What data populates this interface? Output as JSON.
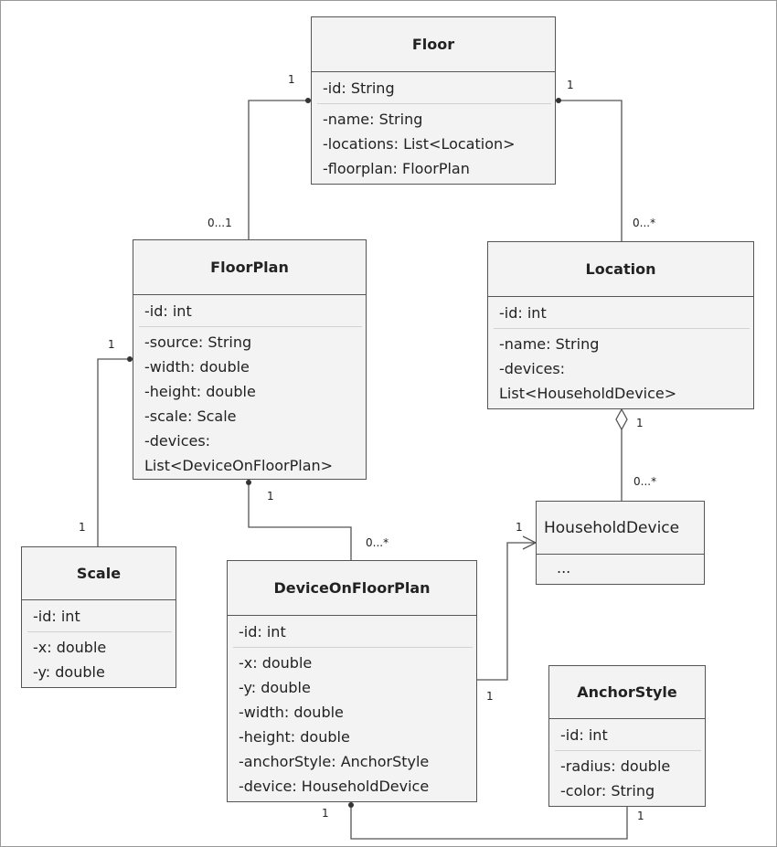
{
  "classes": {
    "floor": {
      "title": "Floor",
      "ids": [
        "-id: String"
      ],
      "attrs": [
        "-name: String",
        "-locations: List<Location>",
        "-floorplan: FloorPlan"
      ]
    },
    "floorplan": {
      "title": "FloorPlan",
      "ids": [
        "-id: int"
      ],
      "attrs": [
        "-source: String",
        "-width: double",
        "-height: double",
        "-scale: Scale",
        "-devices:",
        "List<DeviceOnFloorPlan>"
      ]
    },
    "location": {
      "title": "Location",
      "ids": [
        "-id: int"
      ],
      "attrs": [
        "-name: String",
        "-devices:",
        "List<HouseholdDevice>"
      ]
    },
    "scale": {
      "title": "Scale",
      "ids": [
        "-id: int"
      ],
      "attrs": [
        "-x: double",
        "-y: double"
      ]
    },
    "deviceonfloorplan": {
      "title": "DeviceOnFloorPlan",
      "ids": [
        "-id: int"
      ],
      "attrs": [
        "-x: double",
        "-y: double",
        "-width: double",
        "-height: double",
        "-anchorStyle: AnchorStyle",
        "-device: HouseholdDevice"
      ]
    },
    "householddevice": {
      "title": "HouseholdDevice",
      "ids": [],
      "attrs": [
        "..."
      ]
    },
    "anchorstyle": {
      "title": "AnchorStyle",
      "ids": [
        "-id: int"
      ],
      "attrs": [
        "-radius: double",
        "-color: String"
      ]
    }
  },
  "multiplicities": {
    "floor_floorplan_src": "1",
    "floor_floorplan_dst": "0...1",
    "floor_location_src": "1",
    "floor_location_dst": "0...*",
    "floorplan_scale_src": "1",
    "floorplan_scale_dst": "1",
    "floorplan_device_src": "1",
    "floorplan_device_dst": "0...*",
    "location_household_src": "1",
    "location_household_dst": "0...*",
    "device_household_dst": "1",
    "device_household_src": "1",
    "device_anchor_src": "1",
    "device_anchor_dst": "1"
  }
}
